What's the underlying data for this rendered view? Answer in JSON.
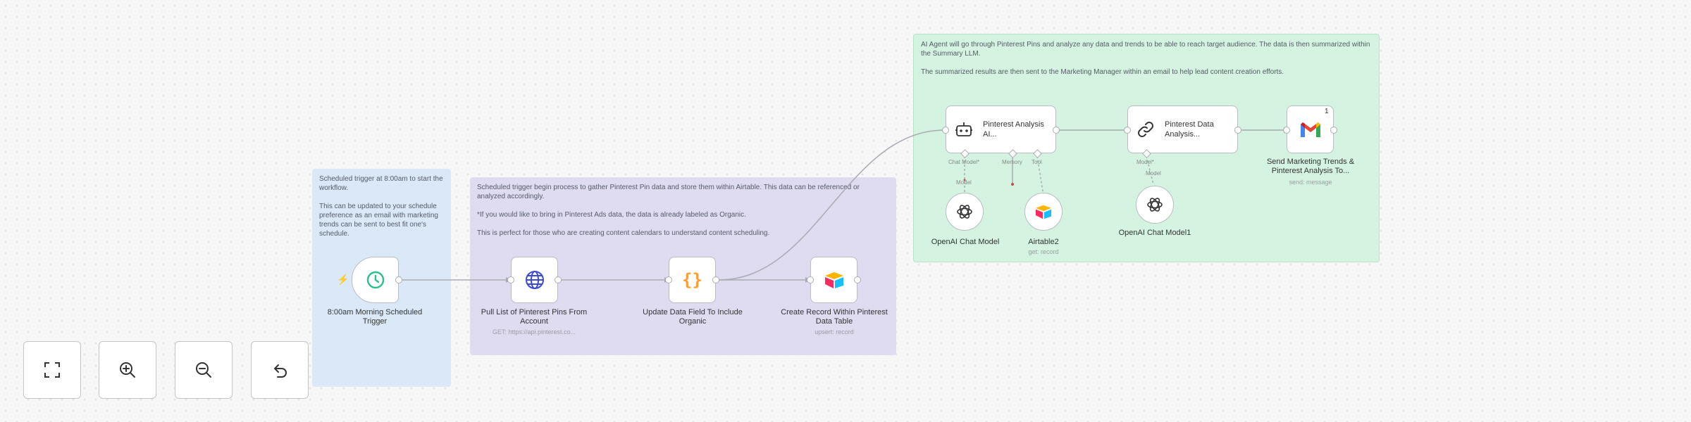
{
  "notes": {
    "schedule": [
      "Scheduled trigger at 8:00am to start the workflow.",
      "This can be updated to your schedule preference as an email with marketing trends can be sent to best fit one's schedule."
    ],
    "gather": [
      "Scheduled trigger begin process to gather Pinterest Pin data and store them within Airtable. This data can be referenced or analyzed accordingly.",
      "*If you would like to bring in Pinterest Ads data, the data is already labeled as Organic.",
      "This is perfect for those who are creating content calendars to understand content scheduling."
    ],
    "agent": [
      "AI Agent will go through Pinterest Pins and analyze any data and trends to be able to reach target audience. The data is then summarized within the Summary LLM.",
      "The summarized results are then sent to the Marketing Manager within an email to help lead content creation efforts."
    ]
  },
  "nodes": {
    "trigger": {
      "label": "8:00am Morning Scheduled Trigger",
      "icon": "clock-icon"
    },
    "pull": {
      "label": "Pull List of Pinterest Pins From Account",
      "sub": "GET: https://api.pinterest.co...",
      "icon": "globe-icon"
    },
    "update": {
      "label": "Update Data Field To Include Organic",
      "icon": "braces-icon"
    },
    "create": {
      "label": "Create Record Within Pinterest Data Table",
      "sub": "upsert: record",
      "icon": "airtable-icon"
    },
    "agent": {
      "label": "Pinterest Analysis AI...",
      "icon": "robot-icon"
    },
    "summary": {
      "label": "Pinterest Data Analysis...",
      "icon": "chain-link-icon"
    },
    "email": {
      "label": "Send Marketing Trends & Pinterest Analysis To...",
      "sub": "send: message",
      "badge": "1",
      "icon": "gmail-icon"
    },
    "openai1": {
      "label": "OpenAI Chat Model",
      "icon": "openai-icon"
    },
    "airtable2": {
      "label": "Airtable2",
      "sub": "get: record",
      "icon": "airtable-icon"
    },
    "openai2": {
      "label": "OpenAI Chat Model1",
      "icon": "openai-icon"
    }
  },
  "ports": {
    "chat_model": "Chat Model*",
    "memory": "Memory",
    "tool": "Tool",
    "model": "Model*",
    "model_line": "Model"
  },
  "colors": {
    "accent": "#ff6d5a",
    "clock": "#2fbf8f",
    "globe": "#3b4bd8",
    "braces": "#ff9d2e"
  }
}
